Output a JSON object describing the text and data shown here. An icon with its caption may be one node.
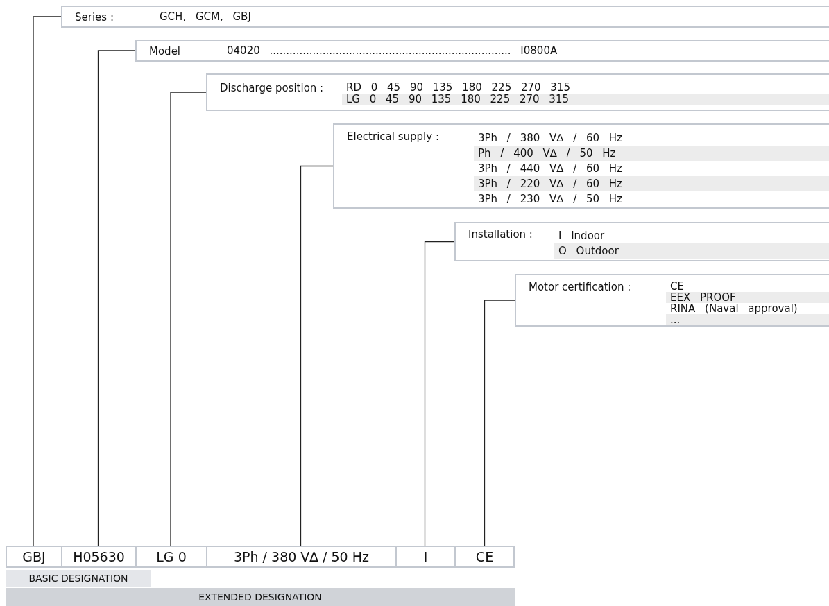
{
  "diagram": {
    "nodes": [
      {
        "text": [
          "Series :",
          "GCH, GCM, GBJ"
        ]
      },
      {
        "text": [
          "Model",
          "04020 ......................................................................... I0800A"
        ]
      },
      {
        "text": [
          "Discharge position :",
          "RD 0 45 90 135 180 225 270 315",
          "LG 0 45 90 135 180 225 270 315"
        ]
      },
      {
        "text": [
          "Electrical supply :",
          "3Ph / 380 V∆ / 60 Hz",
          "Ph / 400 V∆ / 50 Hz",
          "3Ph / 440 V∆ / 60 Hz",
          "3Ph / 220 V∆ / 60 Hz",
          "3Ph / 230 V∆ / 50 Hz"
        ]
      },
      {
        "text": [
          "Installation :",
          "I Indoor",
          "O Outdoor"
        ]
      },
      {
        "text": [
          "Motor certification :",
          "CE",
          "EEX PROOF",
          "RINA (Naval approval)",
          "..."
        ]
      },
      {
        "text": [
          "GBJ"
        ]
      },
      {
        "text": [
          "H05630"
        ]
      },
      {
        "text": [
          "LG 0"
        ]
      },
      {
        "text": [
          "3Ph / 380 V∆ / 50 Hz"
        ]
      },
      {
        "text": [
          "I"
        ]
      },
      {
        "text": [
          "CE"
        ]
      },
      {
        "text": [
          "BASIC DESIGNATION"
        ]
      },
      {
        "text": [
          "EXTENDED DESIGNATION"
        ]
      }
    ],
    "edges": [
      {
        "from": 6,
        "to": 0,
        "arrow": "none"
      },
      {
        "from": 7,
        "to": 1,
        "arrow": "none"
      },
      {
        "from": 8,
        "to": 2,
        "arrow": "none"
      },
      {
        "from": 9,
        "to": 3,
        "arrow": "none"
      },
      {
        "from": 10,
        "to": 4,
        "arrow": "none"
      },
      {
        "from": 11,
        "to": 5,
        "arrow": "none"
      }
    ]
  }
}
